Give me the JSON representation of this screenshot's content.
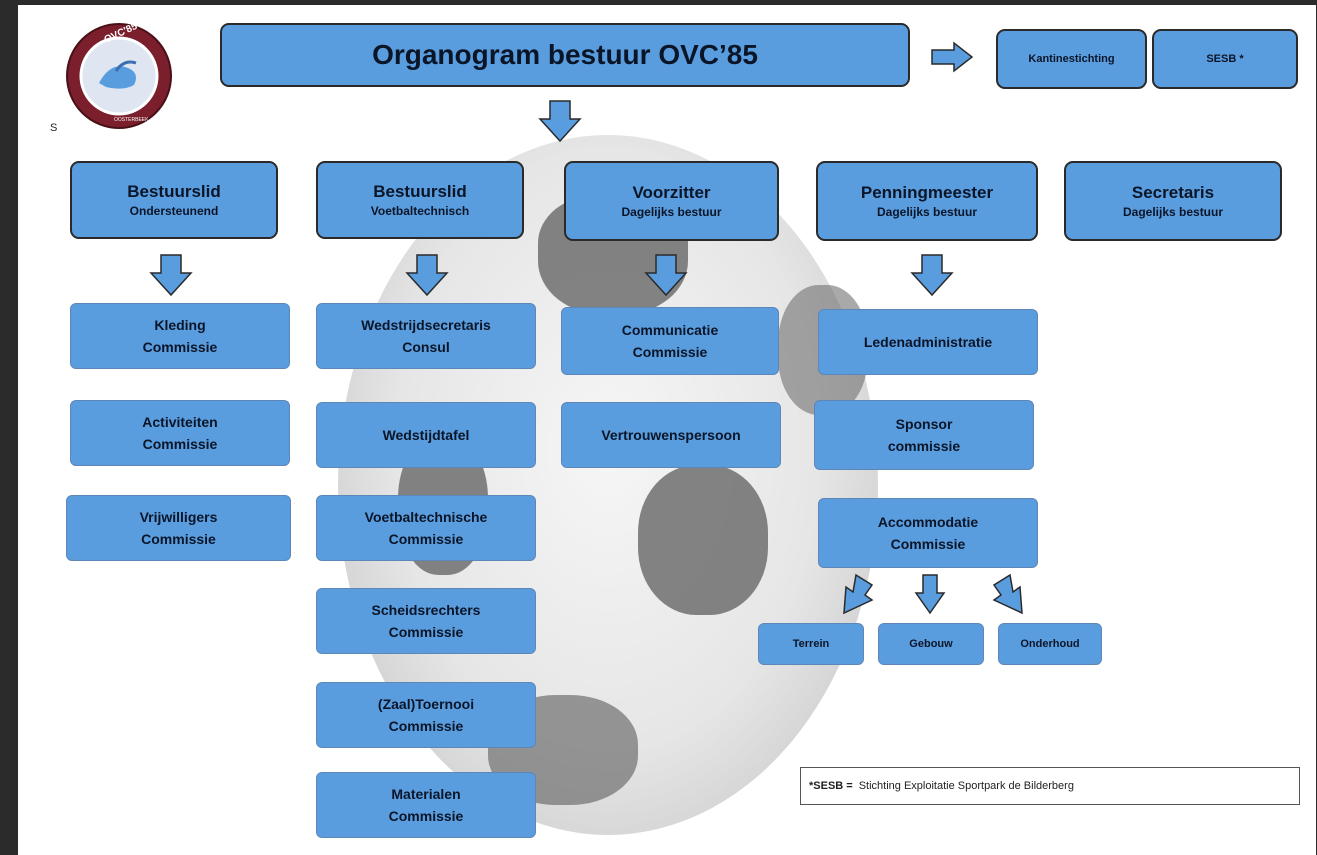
{
  "title": "Organogram bestuur OVC’85",
  "logo": {
    "text_top": "OVC'85",
    "text_bottom": "OOSTERBEEK",
    "mark": "S"
  },
  "side_boxes": [
    "Kantinestichting",
    "SESB *"
  ],
  "columns": [
    {
      "head": "Bestuurslid",
      "sub": "Ondersteunend",
      "items": [
        [
          "Kleding",
          "Commissie"
        ],
        [
          "Activiteiten",
          "Commissie"
        ],
        [
          "Vrijwilligers",
          "Commissie"
        ]
      ]
    },
    {
      "head": "Bestuurslid",
      "sub": "Voetbaltechnisch",
      "items": [
        [
          "Wedstrijdsecretaris",
          "Consul"
        ],
        [
          "Wedstijdtafel"
        ],
        [
          "Voetbaltechnische",
          "Commissie"
        ],
        [
          "Scheidsrechters",
          "Commissie"
        ],
        [
          "(Zaal)Toernooi",
          "Commissie"
        ],
        [
          "Materialen",
          "Commissie"
        ]
      ]
    },
    {
      "head": "Voorzitter",
      "sub": "Dagelijks bestuur",
      "items": [
        [
          "Communicatie",
          "Commissie"
        ],
        [
          "Vertrouwenspersoon"
        ]
      ]
    },
    {
      "head": "Penningmeester",
      "sub": "Dagelijks bestuur",
      "items": [
        [
          "Ledenadministratie"
        ],
        [
          "Sponsor",
          "commissie"
        ],
        [
          "Accommodatie",
          "Commissie"
        ]
      ]
    },
    {
      "head": "Secretaris",
      "sub": "Dagelijks bestuur",
      "items": []
    }
  ],
  "accommodatie_items": [
    "Terrein",
    "Gebouw",
    "Onderhoud"
  ],
  "legend": {
    "key": "*SESB =",
    "text": "Stichting Exploitatie Sportpark de Bilderberg"
  },
  "colors": {
    "box": "#5a9ddf",
    "border": "#2a2a2a",
    "text": "#0b1528",
    "logo_ring": "#7a1f2b"
  }
}
